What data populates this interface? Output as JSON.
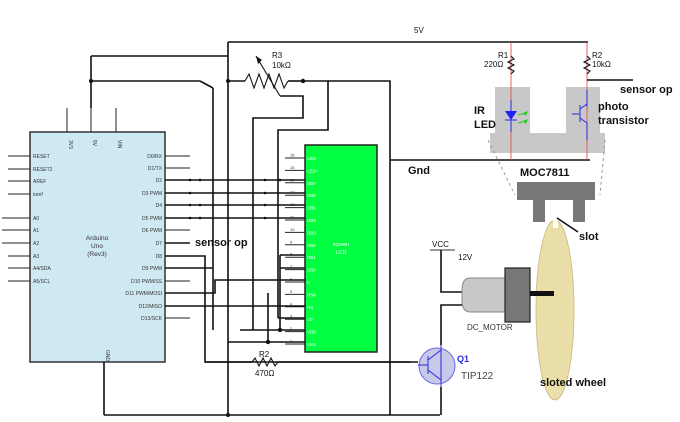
{
  "title": "Arduino slotted wheel speed sensor with LCD and DC motor",
  "supply": {
    "v5_label": "5V",
    "gnd_label": "Gnd",
    "vcc_label": "VCC",
    "v12_label": "12V"
  },
  "arduino": {
    "name_line1": "Arduino",
    "name_line2": "Uno",
    "name_line3": "(Rev3)",
    "top_pins": [
      "3V3",
      "5V",
      "VIN"
    ],
    "bottom_pin": "GND",
    "left_pins": [
      "RESET",
      "RESET2",
      "AREF",
      "ioref",
      "A0",
      "A1",
      "A2",
      "A3",
      "A4/SDA",
      "A5/SCL"
    ],
    "right_pins": [
      "D0/RX",
      "D1/TX",
      "D2",
      "D3 PWM",
      "D4",
      "D5 PWM",
      "D6 PWM",
      "D7",
      "D8",
      "D9 PWM",
      "D10 PWM/SS",
      "D11 PWM/MOSI",
      "D12/MISO",
      "D13/SCK"
    ],
    "color": "#cfe9f3"
  },
  "pot": {
    "ref": "R3",
    "value": "10kΩ"
  },
  "lcd": {
    "label_line1": "screen",
    "label_line2": "LCD",
    "color": "#00ff40",
    "pins": [
      {
        "num": "16",
        "name": "LED-"
      },
      {
        "num": "15",
        "name": "LED+"
      },
      {
        "num": "14",
        "name": "DB7"
      },
      {
        "num": "13",
        "name": "DB6"
      },
      {
        "num": "12",
        "name": "DB5"
      },
      {
        "num": "11",
        "name": "DB4"
      },
      {
        "num": "10",
        "name": "DB3"
      },
      {
        "num": "9",
        "name": "DB2"
      },
      {
        "num": "8",
        "name": "DB1"
      },
      {
        "num": "7",
        "name": "DB0"
      },
      {
        "num": "6",
        "name": "E"
      },
      {
        "num": "5",
        "name": "R/W"
      },
      {
        "num": "4",
        "name": "RS"
      },
      {
        "num": "3",
        "name": "V0"
      },
      {
        "num": "2",
        "name": "VDD"
      },
      {
        "num": "1",
        "name": "VSS"
      }
    ]
  },
  "sensor_op_left": "sensor op",
  "base_resistor": {
    "ref": "R2",
    "value": "470Ω"
  },
  "transistor": {
    "ref": "Q1",
    "part": "TIP122"
  },
  "motor": {
    "label": "DC_MOTOR"
  },
  "opto": {
    "r1_ref": "R1",
    "r1_value": "220Ω",
    "r2_ref": "R2",
    "r2_value": "10kΩ",
    "sensor_op": "sensor op",
    "ir_line1": "IR",
    "ir_line2": "LED",
    "pt_line1": "photo",
    "pt_line2": "transistor",
    "part": "MOC7811",
    "slot_label": "slot",
    "wheel_label": "sloted wheel",
    "body_color": "#c8c8c8",
    "wheel_color": "#eadfa8"
  }
}
